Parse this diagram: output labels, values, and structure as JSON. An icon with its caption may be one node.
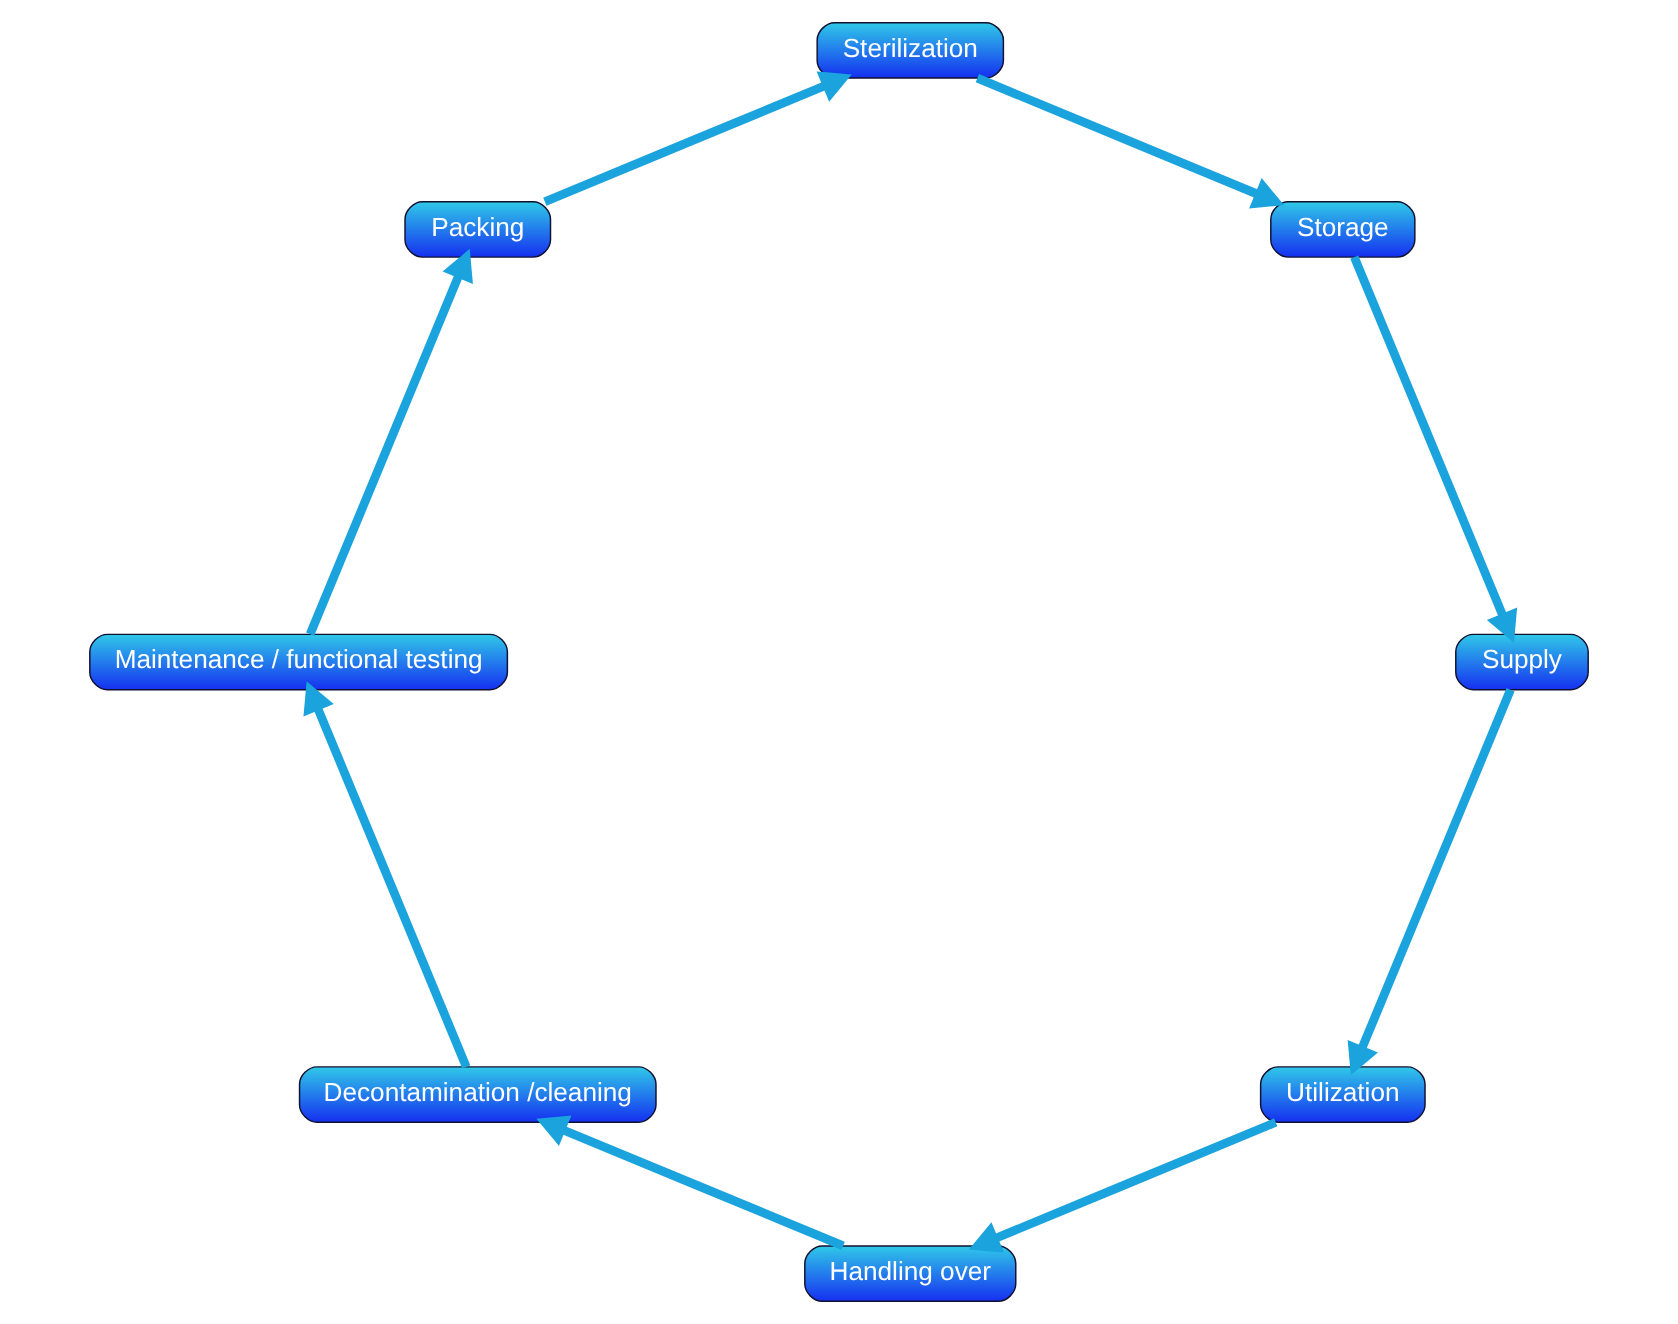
{
  "diagram": {
    "nodes": [
      {
        "text": [
          "Utilization"
        ]
      },
      {
        "text": [
          "Handling over"
        ]
      },
      {
        "text": [
          "Decontamination /cleaning"
        ]
      },
      {
        "text": [
          "Maintenance / functional testing"
        ]
      },
      {
        "text": [
          "Packing"
        ]
      },
      {
        "text": [
          "Sterilization"
        ]
      },
      {
        "text": [
          "Storage"
        ]
      },
      {
        "text": [
          "Supply"
        ]
      }
    ],
    "edges": [
      {
        "from": 0,
        "to": 1,
        "arrow": "to"
      },
      {
        "from": 1,
        "to": 2,
        "arrow": "to"
      },
      {
        "from": 2,
        "to": 3,
        "arrow": "to"
      },
      {
        "from": 3,
        "to": 4,
        "arrow": "to"
      },
      {
        "from": 4,
        "to": 5,
        "arrow": "to"
      },
      {
        "from": 5,
        "to": 6,
        "arrow": "to"
      },
      {
        "from": 6,
        "to": 7,
        "arrow": "to"
      },
      {
        "from": 7,
        "to": 0,
        "arrow": "to"
      }
    ]
  }
}
